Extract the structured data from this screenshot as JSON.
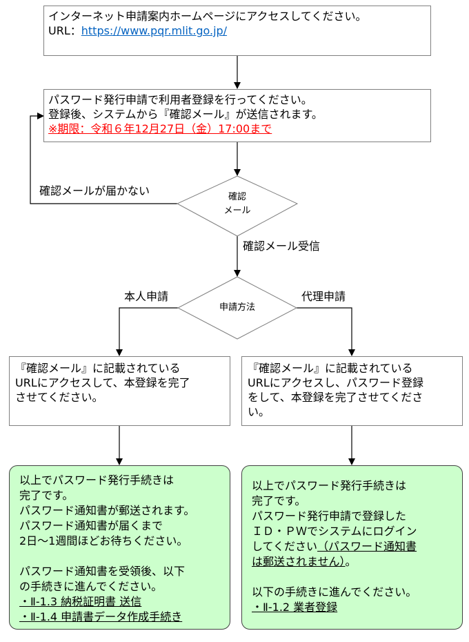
{
  "box1": {
    "line1": "インターネット申請案内ホームページにアクセスしてください。",
    "url_label": "URL：",
    "url": "https://www.pqr.mlit.go.jp/"
  },
  "box2": {
    "line1": "パスワード発行申請で利用者登録を行ってください。",
    "line2": "登録後、システムから『確認メール』が送信されます。",
    "deadline": "※期限：令和６年12月27日（金）17:00まで"
  },
  "diamond1": {
    "line1": "確認",
    "line2": "メール"
  },
  "labels": {
    "not_received": "確認メールが届かない",
    "received": "確認メール受信",
    "self": "本人申請",
    "proxy": "代理申請"
  },
  "diamond2": {
    "text": "申請方法"
  },
  "box_left": {
    "line1": "『確認メール』に記載されている",
    "line2": "URLにアクセスして、本登録を完了",
    "line3": "させてください。"
  },
  "box_right": {
    "line1": "『確認メール』に記載されている",
    "line2": "URLにアクセスし、パスワード登録",
    "line3": "をして、本登録を完了させてくださ",
    "line4": "い。"
  },
  "green_left": {
    "line1": "以上でパスワード発行手続きは",
    "line2": "完了です。",
    "line3": "パスワード通知書が郵送されます。",
    "line4": "パスワード通知書が届くまで",
    "line5": "2日～1週間ほどお待ちください。",
    "line6": "パスワード通知書を受領後、以下",
    "line7": "の手続きに進んでください。",
    "link1": "・Ⅱ-1.3 納税証明書 送信",
    "link2": "・Ⅱ-1.4 申請書データ作成手続き"
  },
  "green_right": {
    "line1": "以上でパスワード発行手続きは",
    "line2": "完了です。",
    "line3": "パスワード発行申請で登録した",
    "line4": "ＩＤ・ＰＷでシステムにログイン",
    "line5a": "してください",
    "line5b": "（パスワード通知書",
    "line6a": "は郵送されません）",
    "line6b": "。",
    "line7": "以下の手続きに進んでください。",
    "link1": "・Ⅱ-1.2 業者登録"
  },
  "colors": {
    "link": "#0563c1",
    "warning": "#ff0000",
    "green_fill": "#ccffcc"
  }
}
